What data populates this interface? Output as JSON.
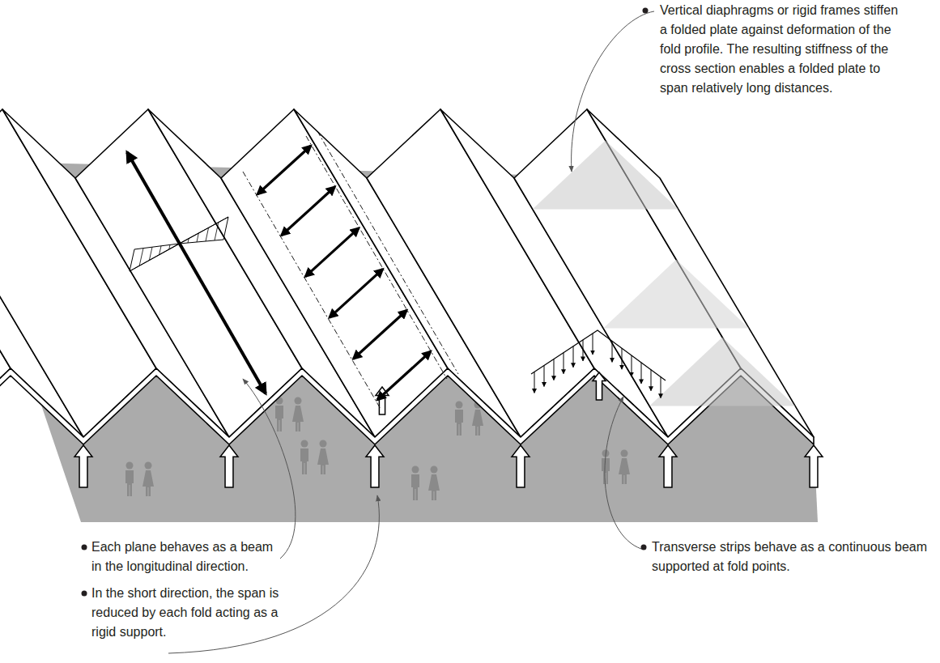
{
  "diagram": {
    "labels": [
      "Vertical diaphragms or rigid frames stiffen a folded plate against deformation of the fold profile. The resulting stiffness of the cross section enables a folded plate to span relatively long distances.",
      "Each plane behaves as a beam in the longitudinal direction.",
      "In the short direction, the span is reduced by each fold acting as a rigid support.",
      "Transverse strips behave as a continuous beam supported at fold points."
    ]
  }
}
